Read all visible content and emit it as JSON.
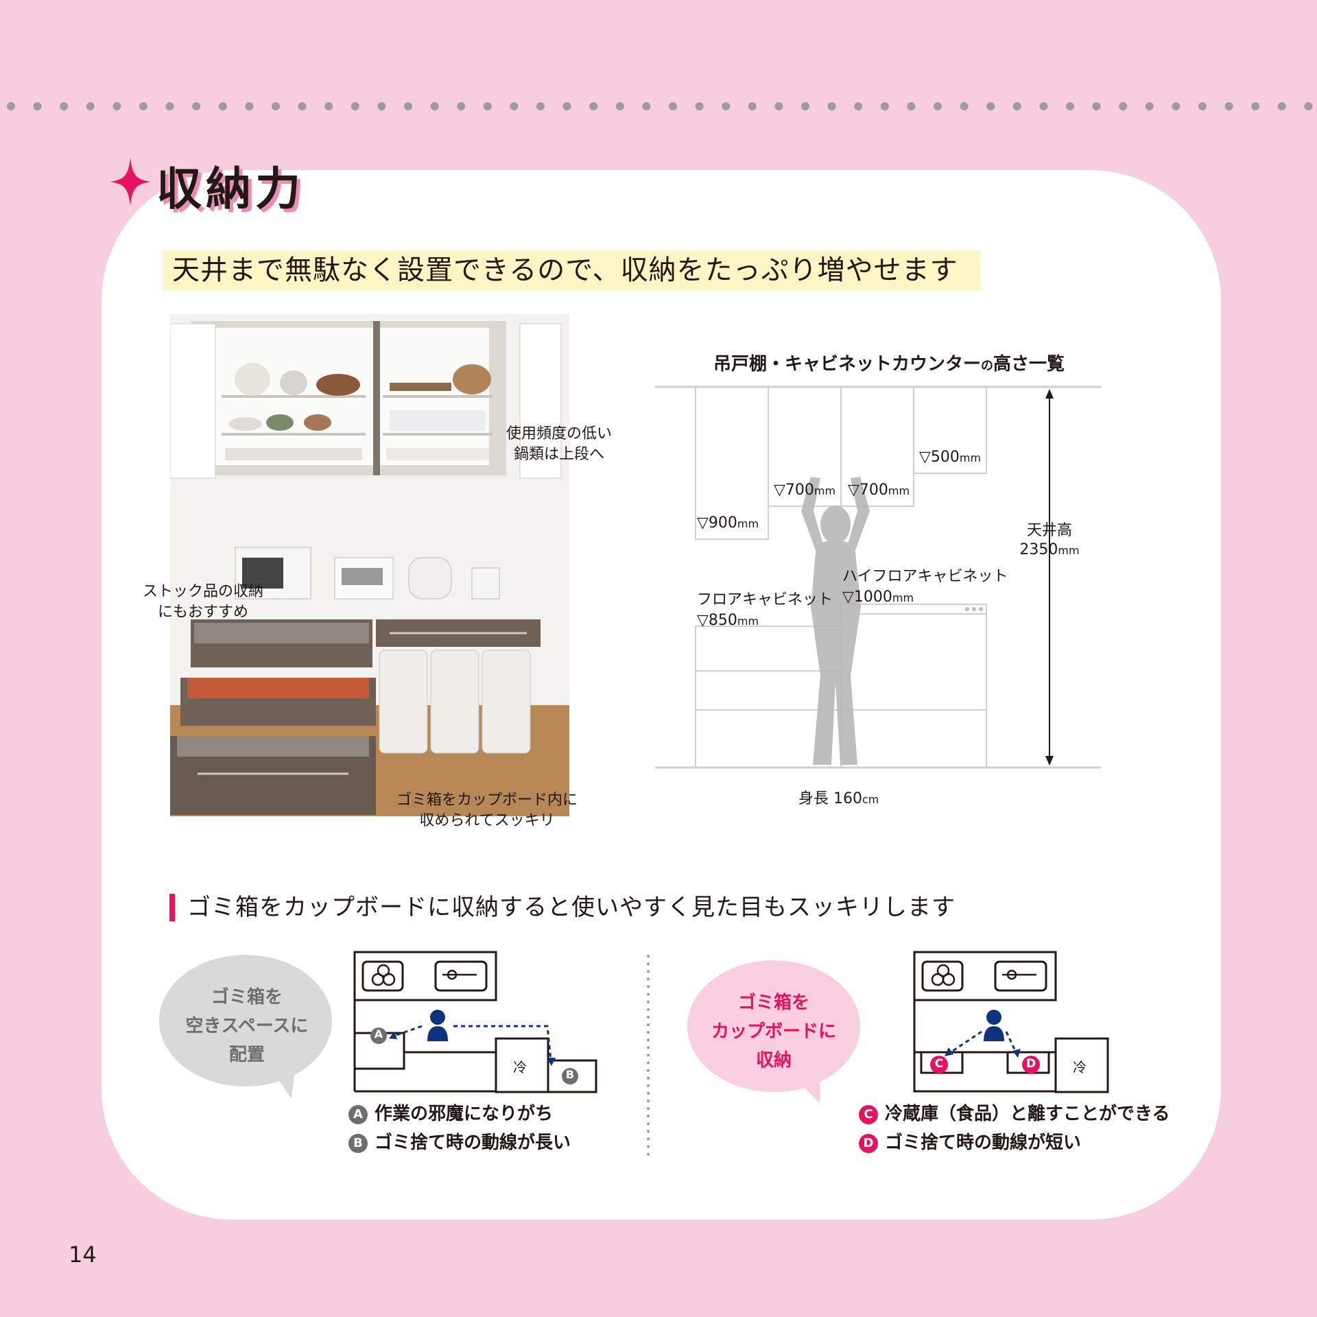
{
  "page": {
    "title": "収納力",
    "subheading": "天井まで無駄なく設置できるので、収納をたっぷり増やせます",
    "page_number": "14",
    "colors": {
      "background": "#f7cde0",
      "accent_pink": "#e5135f",
      "highlight_yellow": "#fdf6c4",
      "gray": "#6e6e6e",
      "navy": "#10327c"
    }
  },
  "photo": {
    "note_upper": [
      "使用頻度の低い",
      "鍋類は上段へ"
    ],
    "note_left": [
      "ストック品の収納",
      "にもおすすめ"
    ],
    "note_bottom": [
      "ゴミ箱をカップボード内に",
      "収められてスッキリ"
    ]
  },
  "height_diagram": {
    "title": "吊戸棚・キャビネットカウンターの高さ一覧",
    "title_suffix": "の",
    "title_tail": "高さ一覧",
    "title_main": "吊戸棚・キャビネットカウンター",
    "wall_900": "▽900",
    "wall_700a": "▽700",
    "wall_700b": "▽700",
    "wall_500": "▽500",
    "unit_mm": "mm",
    "ceiling_label": "天井高",
    "ceiling_value": "2350",
    "floor_cabinet_label": "フロアキャビネット",
    "floor_cabinet_value": "▽850",
    "high_floor_label": "ハイフロアキャビネット",
    "high_floor_value": "▽1000",
    "person_label": "身長 160",
    "unit_cm": "cm"
  },
  "section2": {
    "heading": "ゴミ箱をカップボードに収納すると使いやすく見た目もスッキリします",
    "left": {
      "bubble": [
        "ゴミ箱を",
        "空きスペースに",
        "配置"
      ],
      "fridge": "冷",
      "marker_a": "A",
      "marker_b": "B",
      "legend_a": "作業の邪魔になりがち",
      "legend_b": "ゴミ捨て時の動線が長い"
    },
    "right": {
      "bubble": [
        "ゴミ箱を",
        "カップボードに",
        "収納"
      ],
      "fridge": "冷",
      "marker_c": "C",
      "marker_d": "D",
      "legend_c": "冷蔵庫（食品）と離すことができる",
      "legend_d": "ゴミ捨て時の動線が短い"
    }
  }
}
